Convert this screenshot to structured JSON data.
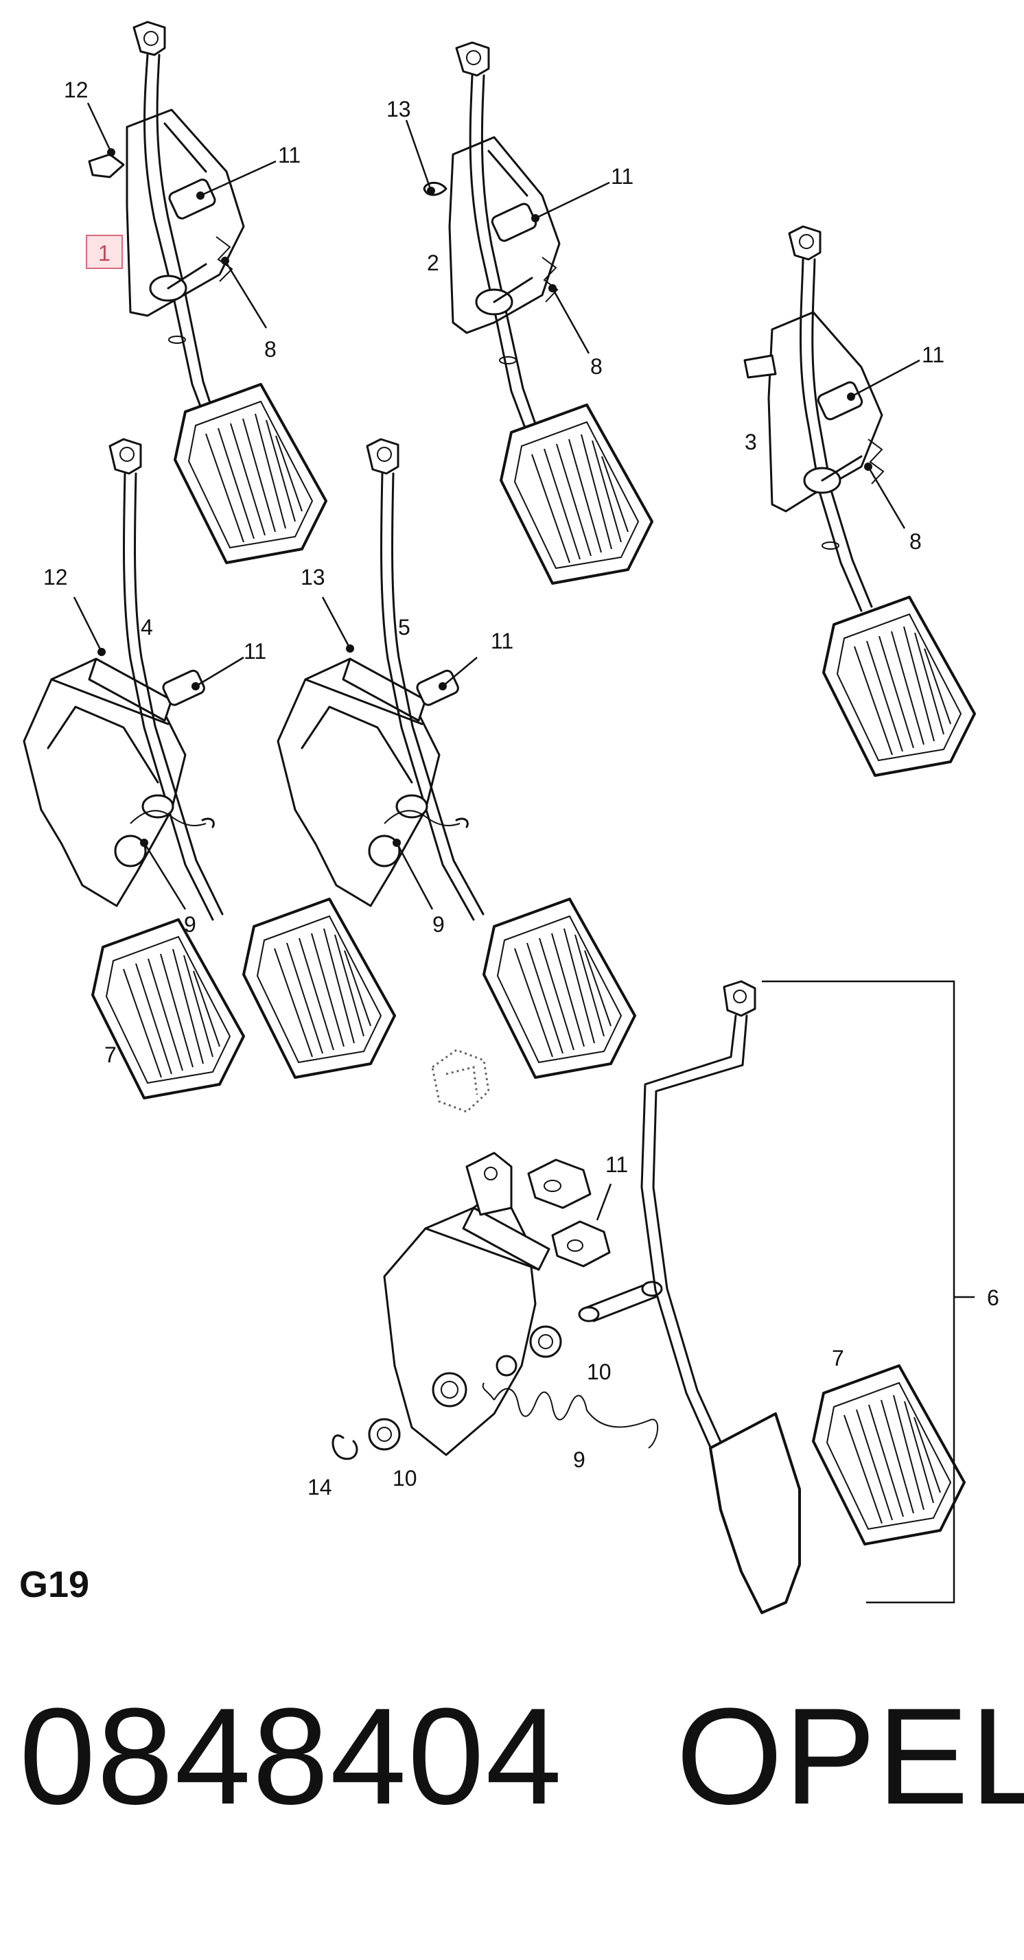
{
  "diagram": {
    "group_code": "G19",
    "part_number": "0848404",
    "brand": "OPEL",
    "highlighted_callout": "1",
    "callouts": [
      "12",
      "11",
      "1",
      "8",
      "13",
      "11",
      "2",
      "8",
      "11",
      "3",
      "8",
      "12",
      "4",
      "11",
      "13",
      "5",
      "11",
      "9",
      "9",
      "7",
      "11",
      "6",
      "7",
      "10",
      "9",
      "10",
      "14"
    ]
  },
  "colors": {
    "ink": "#111111",
    "highlight_fill": "#fbe3e6",
    "highlight_stroke": "#d86b7a",
    "highlight_text": "#c0485a"
  }
}
